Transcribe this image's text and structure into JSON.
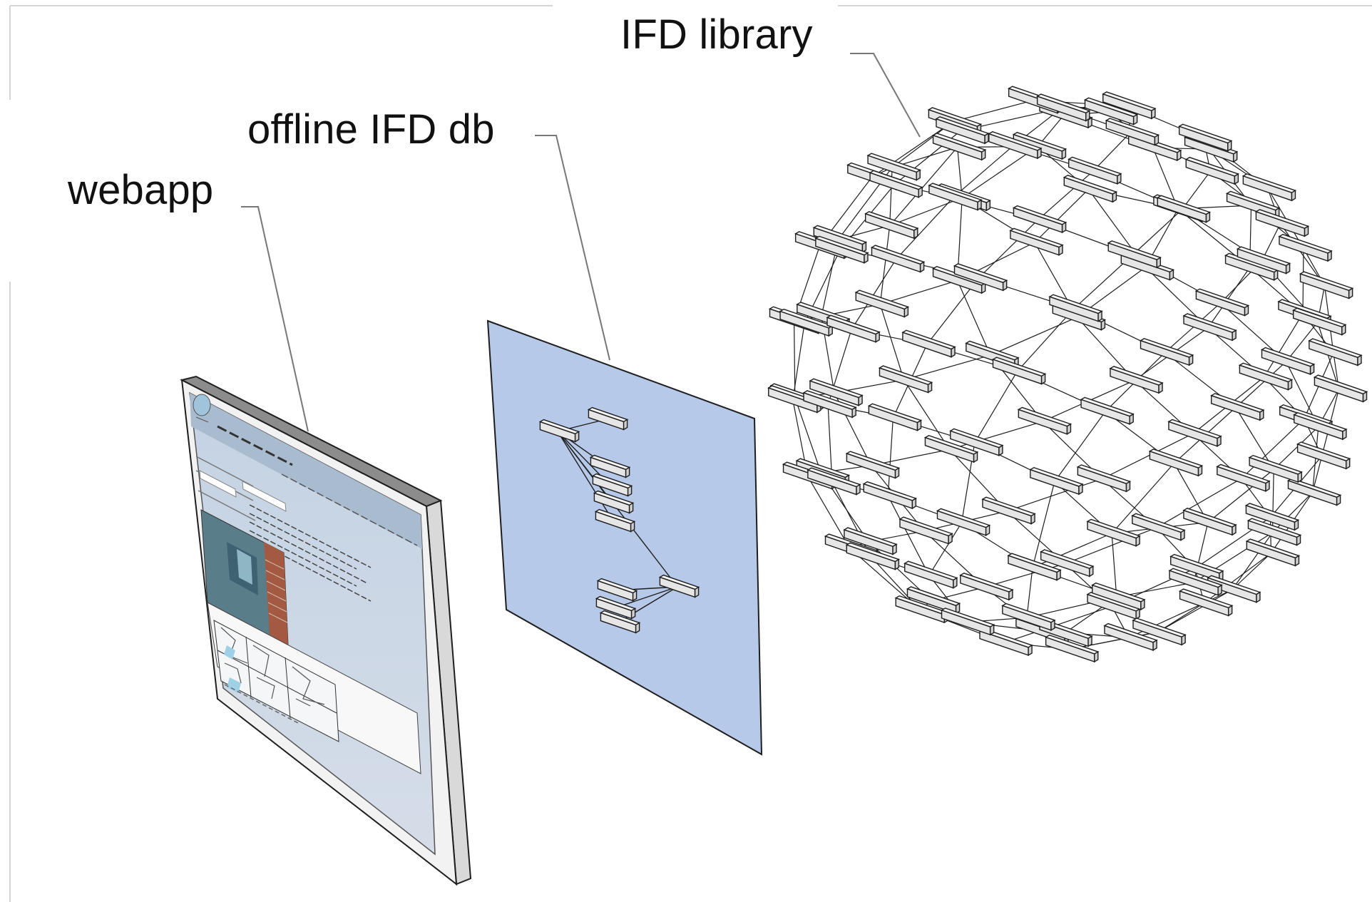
{
  "diagram": {
    "labels": {
      "ifd_library": "IFD library",
      "offline_db": "offline IFD db",
      "webapp": "webapp"
    }
  },
  "colors": {
    "panel_fill": "#b7c9e9",
    "frame_fill": "#f2f2f2",
    "screen_fill": "#cdd8e6",
    "line": "#1e1e1e",
    "leader": "#777777"
  }
}
